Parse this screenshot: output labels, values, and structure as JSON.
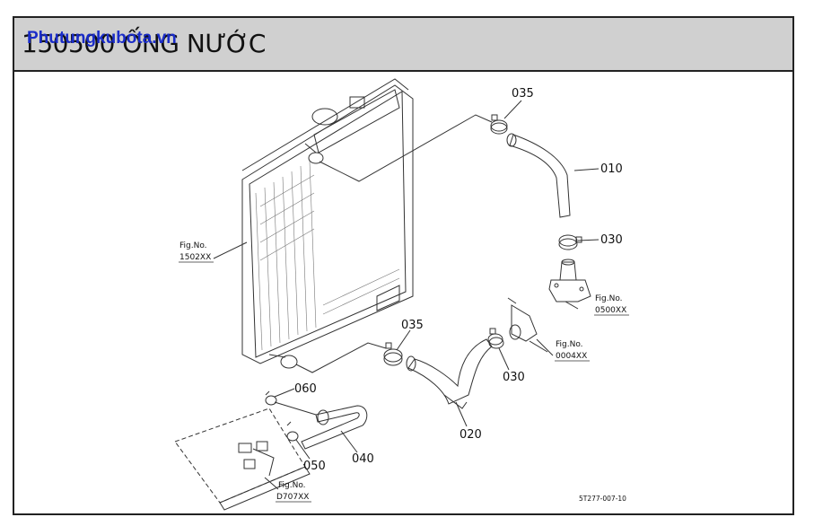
{
  "title": "150500 ỐNG NƯỚC",
  "watermark": "Phutungkubota.vn",
  "parts": {
    "p035_top": "035",
    "p010": "010",
    "p030_top": "030",
    "p035_mid": "035",
    "p030_mid": "030",
    "p020": "020",
    "p060": "060",
    "p050": "050",
    "p040": "040"
  },
  "fig_refs": {
    "radiator": {
      "label": "Fig.No.",
      "code": "1502XX"
    },
    "thermostat": {
      "label": "Fig.No.",
      "code": "0500XX"
    },
    "pump": {
      "label": "Fig.No.",
      "code": "0004XX"
    },
    "bracket": {
      "label": "Fig.No.",
      "code": "D707XX"
    }
  },
  "drawing_code": "5T277-007-10"
}
